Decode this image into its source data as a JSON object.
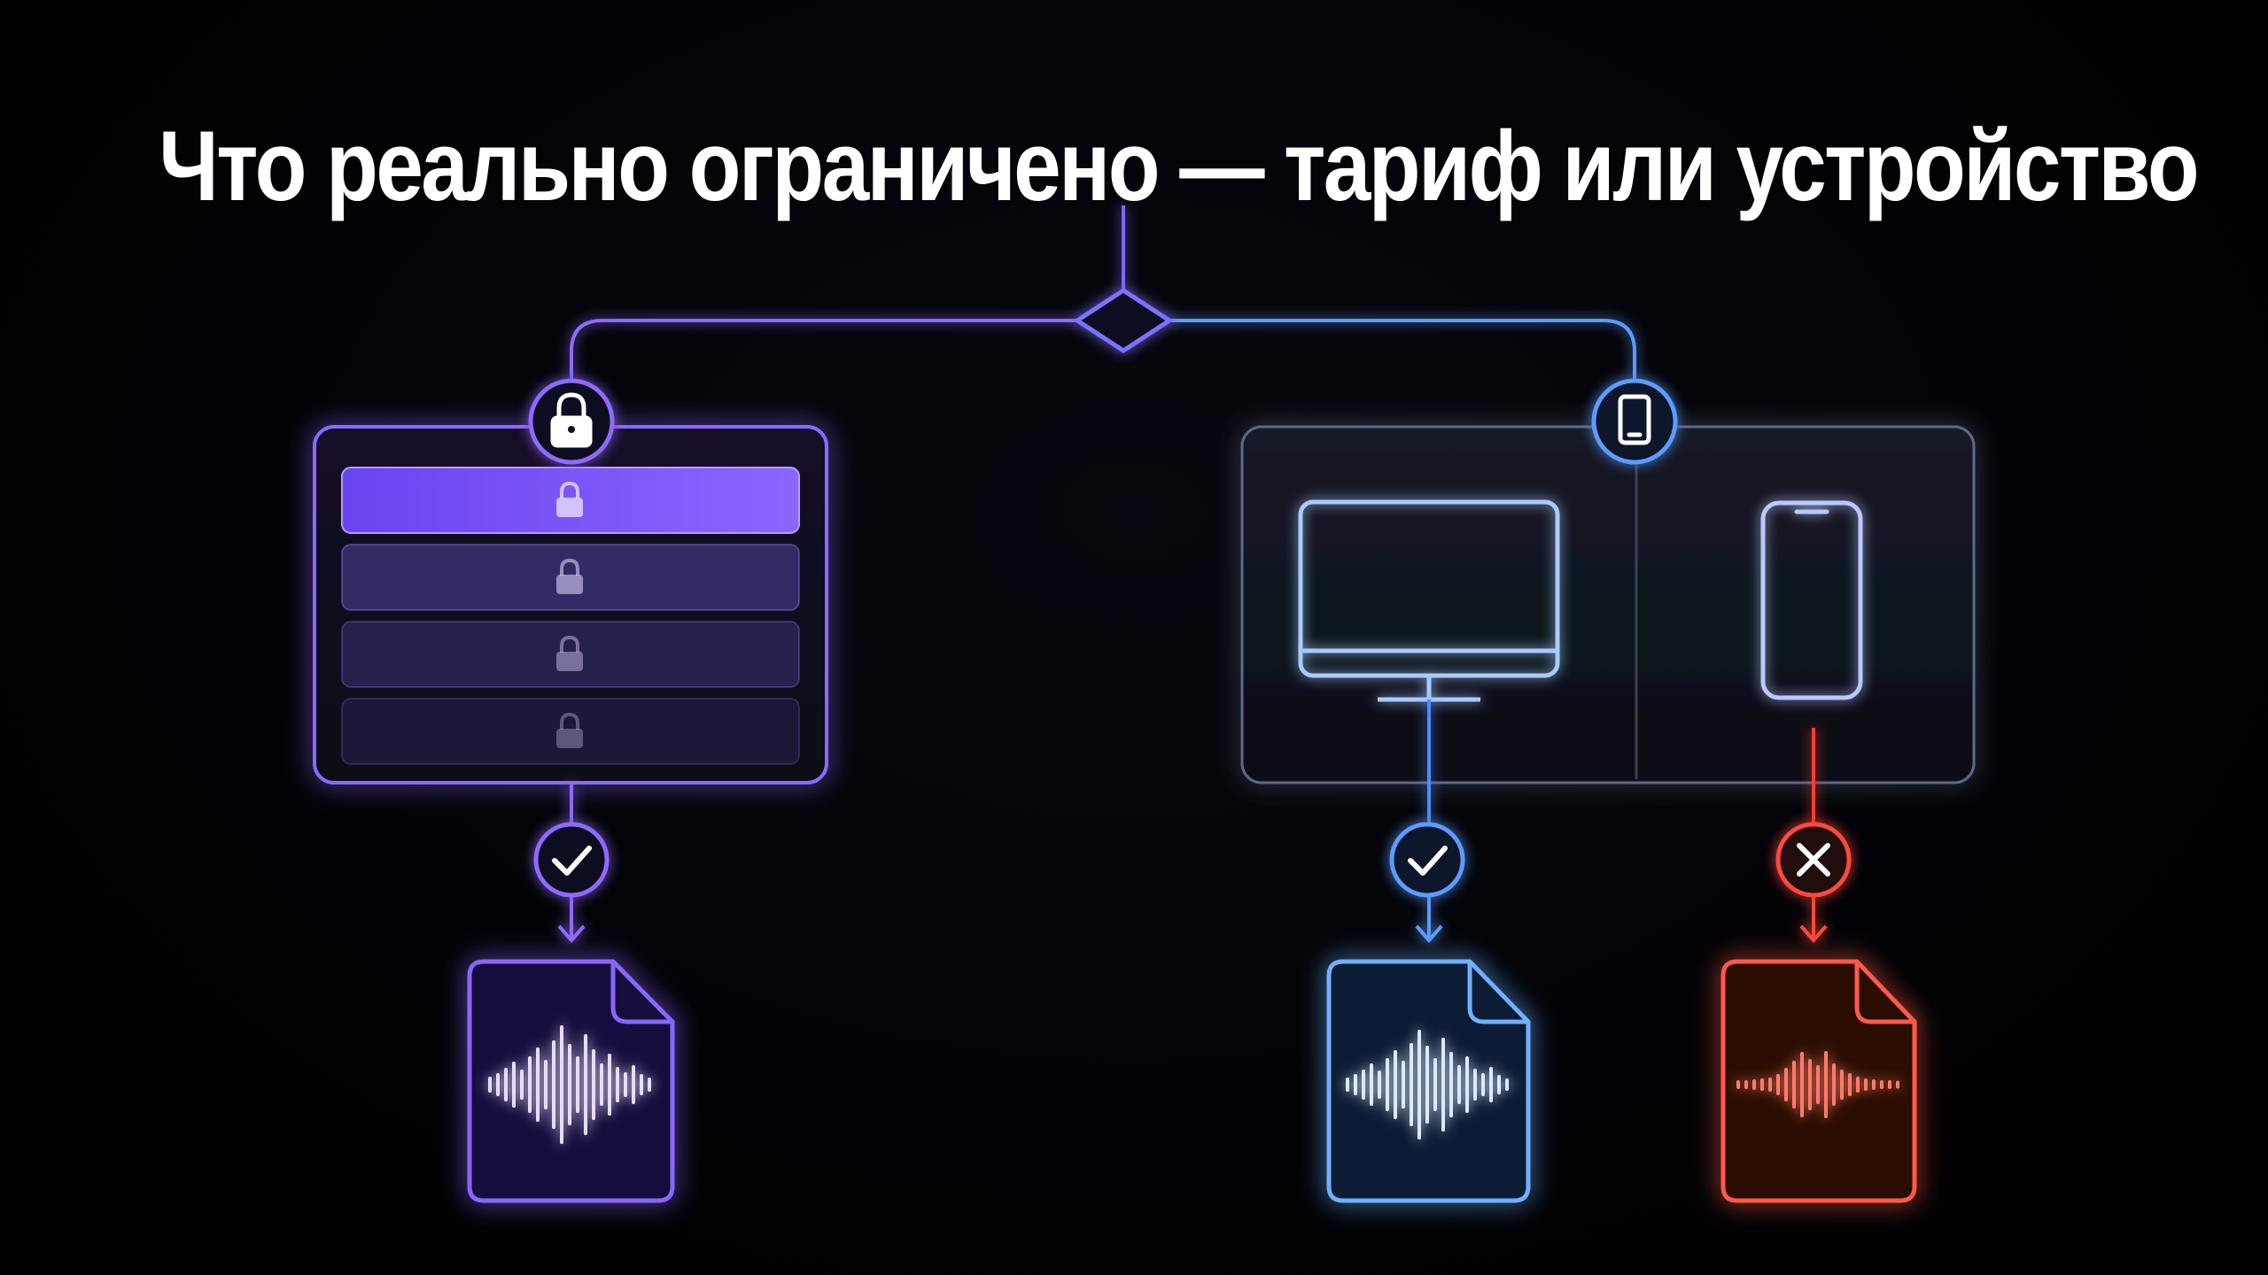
{
  "title": "Что реально ограничено — тариф или устройство",
  "colors": {
    "background": "#020206",
    "plan_branch": "#8f6bff",
    "device_branch": "#5b9cff",
    "allowed": "#8aa8ff",
    "blocked": "#ff4a3d",
    "title": "#ffffff"
  },
  "branches": [
    {
      "id": "plan",
      "badge_icon": "lock-icon",
      "tiers": [
        {
          "icon": "lock-icon",
          "level": 1.0
        },
        {
          "icon": "lock-icon",
          "level": 0.6
        },
        {
          "icon": "lock-icon",
          "level": 0.35
        },
        {
          "icon": "lock-icon",
          "level": 0.15
        }
      ],
      "outcomes": [
        {
          "status": "allowed",
          "status_icon": "check-icon",
          "file_icon": "audio-file-icon"
        }
      ]
    },
    {
      "id": "device",
      "badge_icon": "tablet-icon",
      "devices": [
        {
          "icon": "monitor-icon",
          "outcome": {
            "status": "allowed",
            "status_icon": "check-icon",
            "file_icon": "audio-file-icon"
          }
        },
        {
          "icon": "phone-icon",
          "outcome": {
            "status": "blocked",
            "status_icon": "cross-icon",
            "file_icon": "audio-file-icon"
          }
        }
      ]
    }
  ]
}
